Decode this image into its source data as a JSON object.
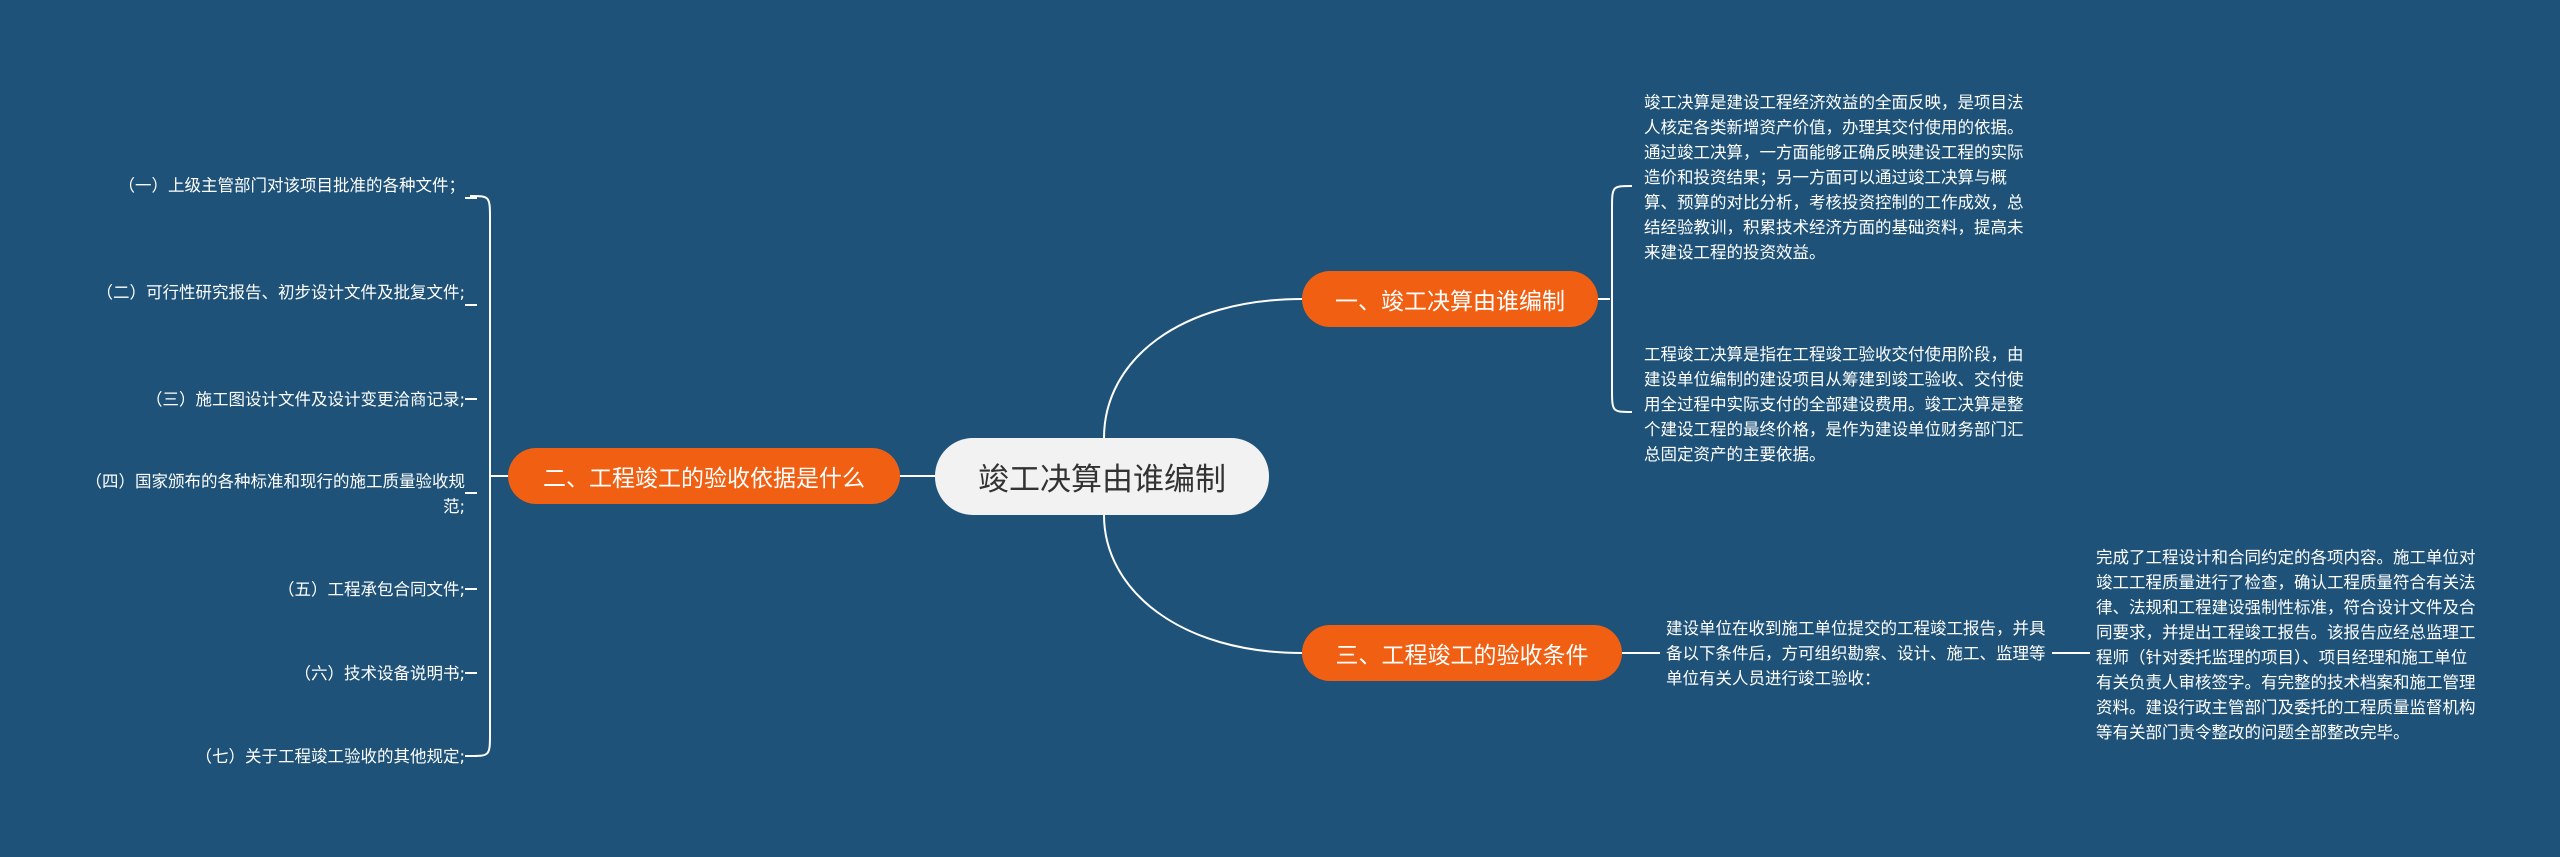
{
  "root": {
    "label": "竣工决算由谁编制"
  },
  "branches": {
    "b1": {
      "label": "一、竣工决算由谁编制",
      "notes": [
        "竣工决算是建设工程经济效益的全面反映，是项目法人核定各类新增资产价值，办理其交付使用的依据。通过竣工决算，一方面能够正确反映建设工程的实际造价和投资结果；另一方面可以通过竣工决算与概算、预算的对比分析，考核投资控制的工作成效，总结经验教训，积累技术经济方面的基础资料，提高未来建设工程的投资效益。",
        "工程竣工决算是指在工程竣工验收交付使用阶段，由建设单位编制的建设项目从筹建到竣工验收、交付使用全过程中实际支付的全部建设费用。竣工决算是整个建设工程的最终价格，是作为建设单位财务部门汇总固定资产的主要依据。"
      ]
    },
    "b2": {
      "label": "三、工程竣工的验收条件",
      "child": "建设单位在收到施工单位提交的工程竣工报告，并具备以下条件后，方可组织勘察、设计、施工、监理等单位有关人员进行竣工验收：",
      "grandchild": "完成了工程设计和合同约定的各项内容。施工单位对竣工工程质量进行了检查，确认工程质量符合有关法律、法规和工程建设强制性标准，符合设计文件及合同要求，并提出工程竣工报告。该报告应经总监理工程师（针对委托监理的项目）、项目经理和施工单位有关负责人审核签字。有完整的技术档案和施工管理资料。建设行政主管部门及委托的工程质量监督机构等有关部门责令整改的问题全部整改完毕。"
    },
    "b3": {
      "label": "二、工程竣工的验收依据是什么",
      "items": [
        "（一）上级主管部门对该项目批准的各种文件；",
        "（二）可行性研究报告、初步设计文件及批复文件;",
        "（三）施工图设计文件及设计变更洽商记录;",
        "（四）国家颁布的各种标准和现行的施工质量验收规范;",
        "（五）工程承包合同文件;",
        "（六）技术设备说明书;",
        "（七）关于工程竣工验收的其他规定;"
      ]
    }
  },
  "colors": {
    "background": "#1e5278",
    "branch": "#f05f12",
    "root": "#f2f2f2",
    "line": "#ffffff"
  }
}
